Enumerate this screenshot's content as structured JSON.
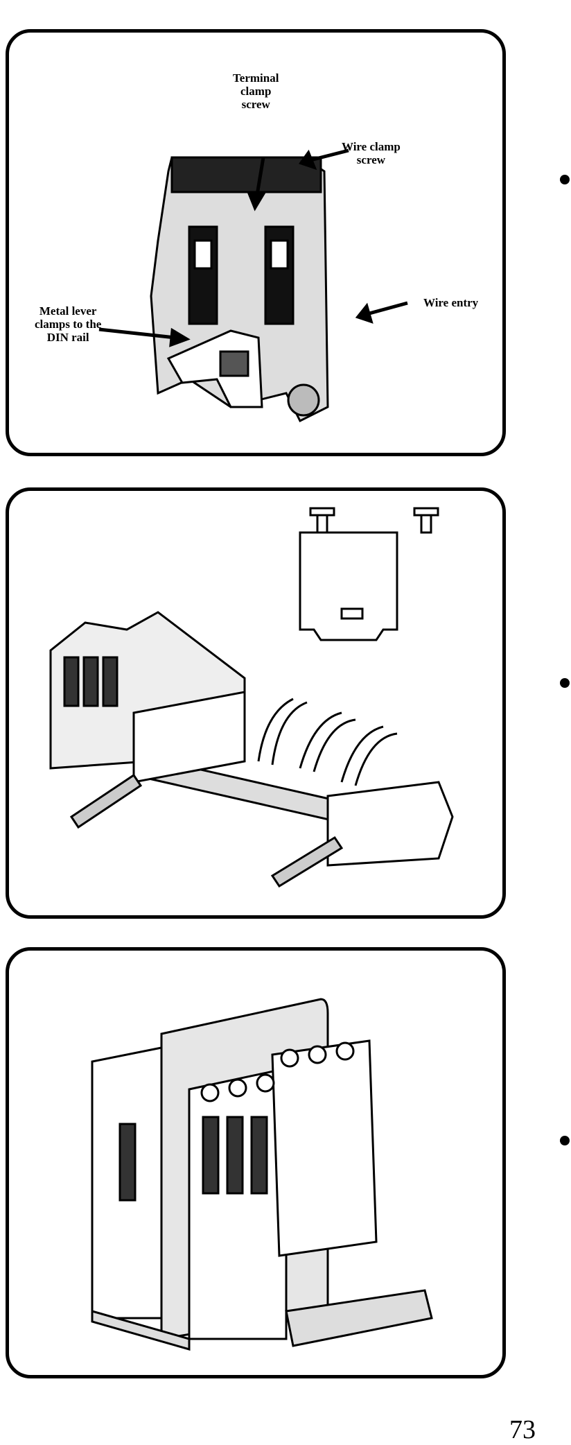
{
  "figure1": {
    "labels": {
      "terminal_clamp_screw": "Terminal\nclamp\nscrew",
      "wire_clamp_screw": "Wire clamp\nscrew",
      "wire_entry": "Wire entry",
      "metal_lever": "Metal lever\nclamps to the\nDIN rail"
    }
  },
  "page_number": "73"
}
